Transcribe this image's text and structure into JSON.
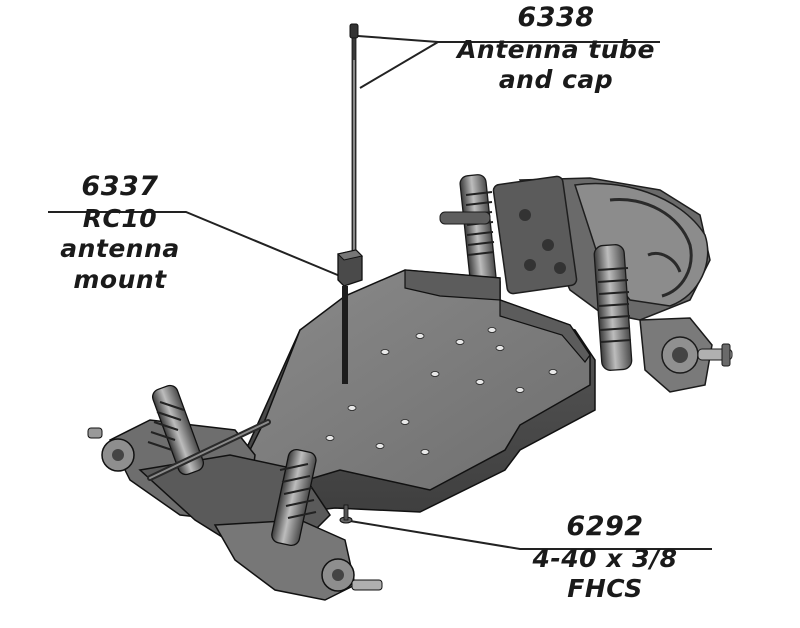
{
  "diagram": {
    "callouts": [
      {
        "part_number": "6338",
        "description": [
          "Antenna tube",
          "and cap"
        ]
      },
      {
        "part_number": "6337",
        "description": [
          "RC10",
          "antenna",
          "mount"
        ]
      },
      {
        "part_number": "6292",
        "description": [
          "4-40 x 3/8",
          "FHCS"
        ]
      }
    ]
  }
}
